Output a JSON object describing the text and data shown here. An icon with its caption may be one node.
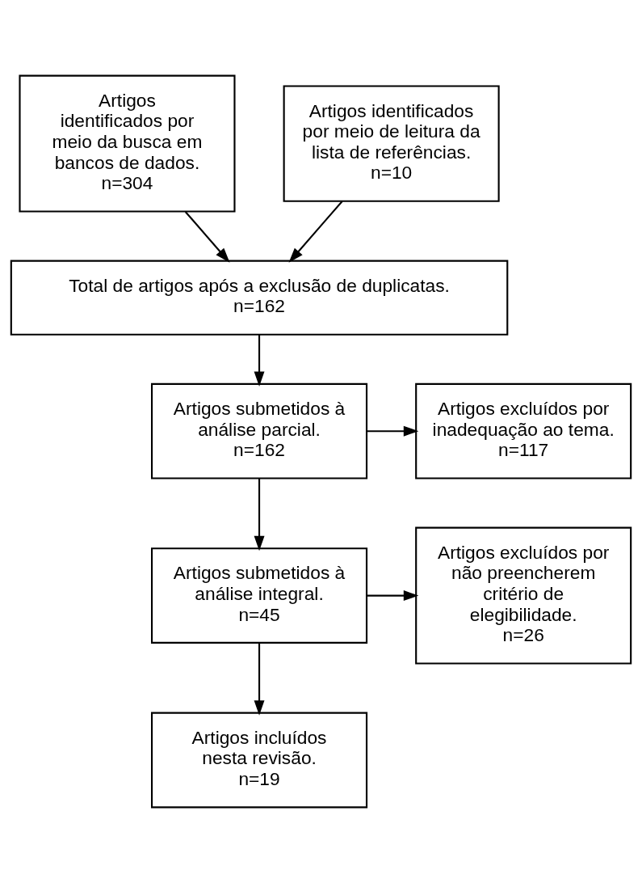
{
  "diagram": {
    "nodes": [
      {
        "text": [
          "Artigos identificados por meio da busca em bancos de dados.",
          "n=304"
        ]
      },
      {
        "text": [
          "Artigos identificados por meio de leitura da lista de referências.",
          "n=10"
        ]
      },
      {
        "text": [
          "Total de artigos após a exclusão de duplicatas.",
          "n=162"
        ]
      },
      {
        "text": [
          "Artigos submetidos à análise parcial.",
          "n=162"
        ]
      },
      {
        "text": [
          "Artigos excluídos por inadequação ao tema.",
          "n=117"
        ]
      },
      {
        "text": [
          "Artigos submetidos à análise integral.",
          "n=45"
        ]
      },
      {
        "text": [
          "Artigos excluídos por não preencherem critério de elegibilidade.",
          "n=26"
        ]
      },
      {
        "text": [
          "Artigos incluídos nesta revisão.",
          "n=19"
        ]
      }
    ],
    "edges": [
      {
        "from": 0,
        "to": 2,
        "arrow": "to"
      },
      {
        "from": 1,
        "to": 2,
        "arrow": "to"
      },
      {
        "from": 2,
        "to": 3,
        "arrow": "to"
      },
      {
        "from": 3,
        "to": 4,
        "arrow": "to"
      },
      {
        "from": 3,
        "to": 5,
        "arrow": "to"
      },
      {
        "from": 5,
        "to": 6,
        "arrow": "to"
      },
      {
        "from": 5,
        "to": 7,
        "arrow": "to"
      }
    ]
  }
}
